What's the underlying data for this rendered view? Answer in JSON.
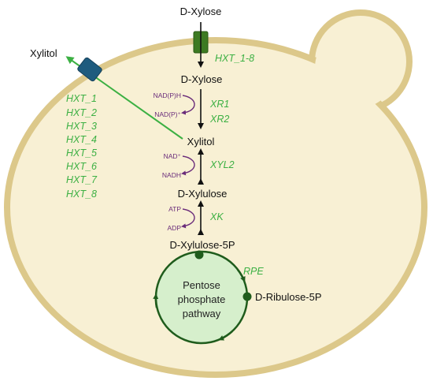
{
  "colors": {
    "membrane": "#dcc88a",
    "cytoplasm": "#f8f0d4",
    "transporter_in": "#3d7a22",
    "transporter_out": "#1e5b7e",
    "enzyme_text": "#3cb043",
    "cofactor": "#6a2c7a",
    "ppp_fill": "#d6efcc",
    "ppp_stroke": "#1f5c1c"
  },
  "labels": {
    "xylose_outside": "D-Xylose",
    "xylitol_outside": "Xylitol",
    "hxt_inlet": "HXT_1-8",
    "xylose_inside": "D-Xylose",
    "xylitol_inside": "Xylitol",
    "xylulose": "D-Xylulose",
    "xylulose5p": "D-Xylulose-5P",
    "ribulose5p": "D-Ribulose-5P"
  },
  "hxt_list": [
    "HXT_1",
    "HXT_2",
    "HXT_3",
    "HXT_4",
    "HXT_5",
    "HXT_6",
    "HXT_7",
    "HXT_8"
  ],
  "enzymes": {
    "xr1": "XR1",
    "xr2": "XR2",
    "xyl2": "XYL2",
    "xk": "XK",
    "rpe": "RPE"
  },
  "cofactors": {
    "nadph": "NAD(P)H",
    "nadp": "NAD(P)⁺",
    "nad": "NAD⁺",
    "nadh": "NADH",
    "atp": "ATP",
    "adp": "ADP"
  },
  "ppp": {
    "line1": "Pentose",
    "line2": "phosphate",
    "line3": "pathway"
  }
}
